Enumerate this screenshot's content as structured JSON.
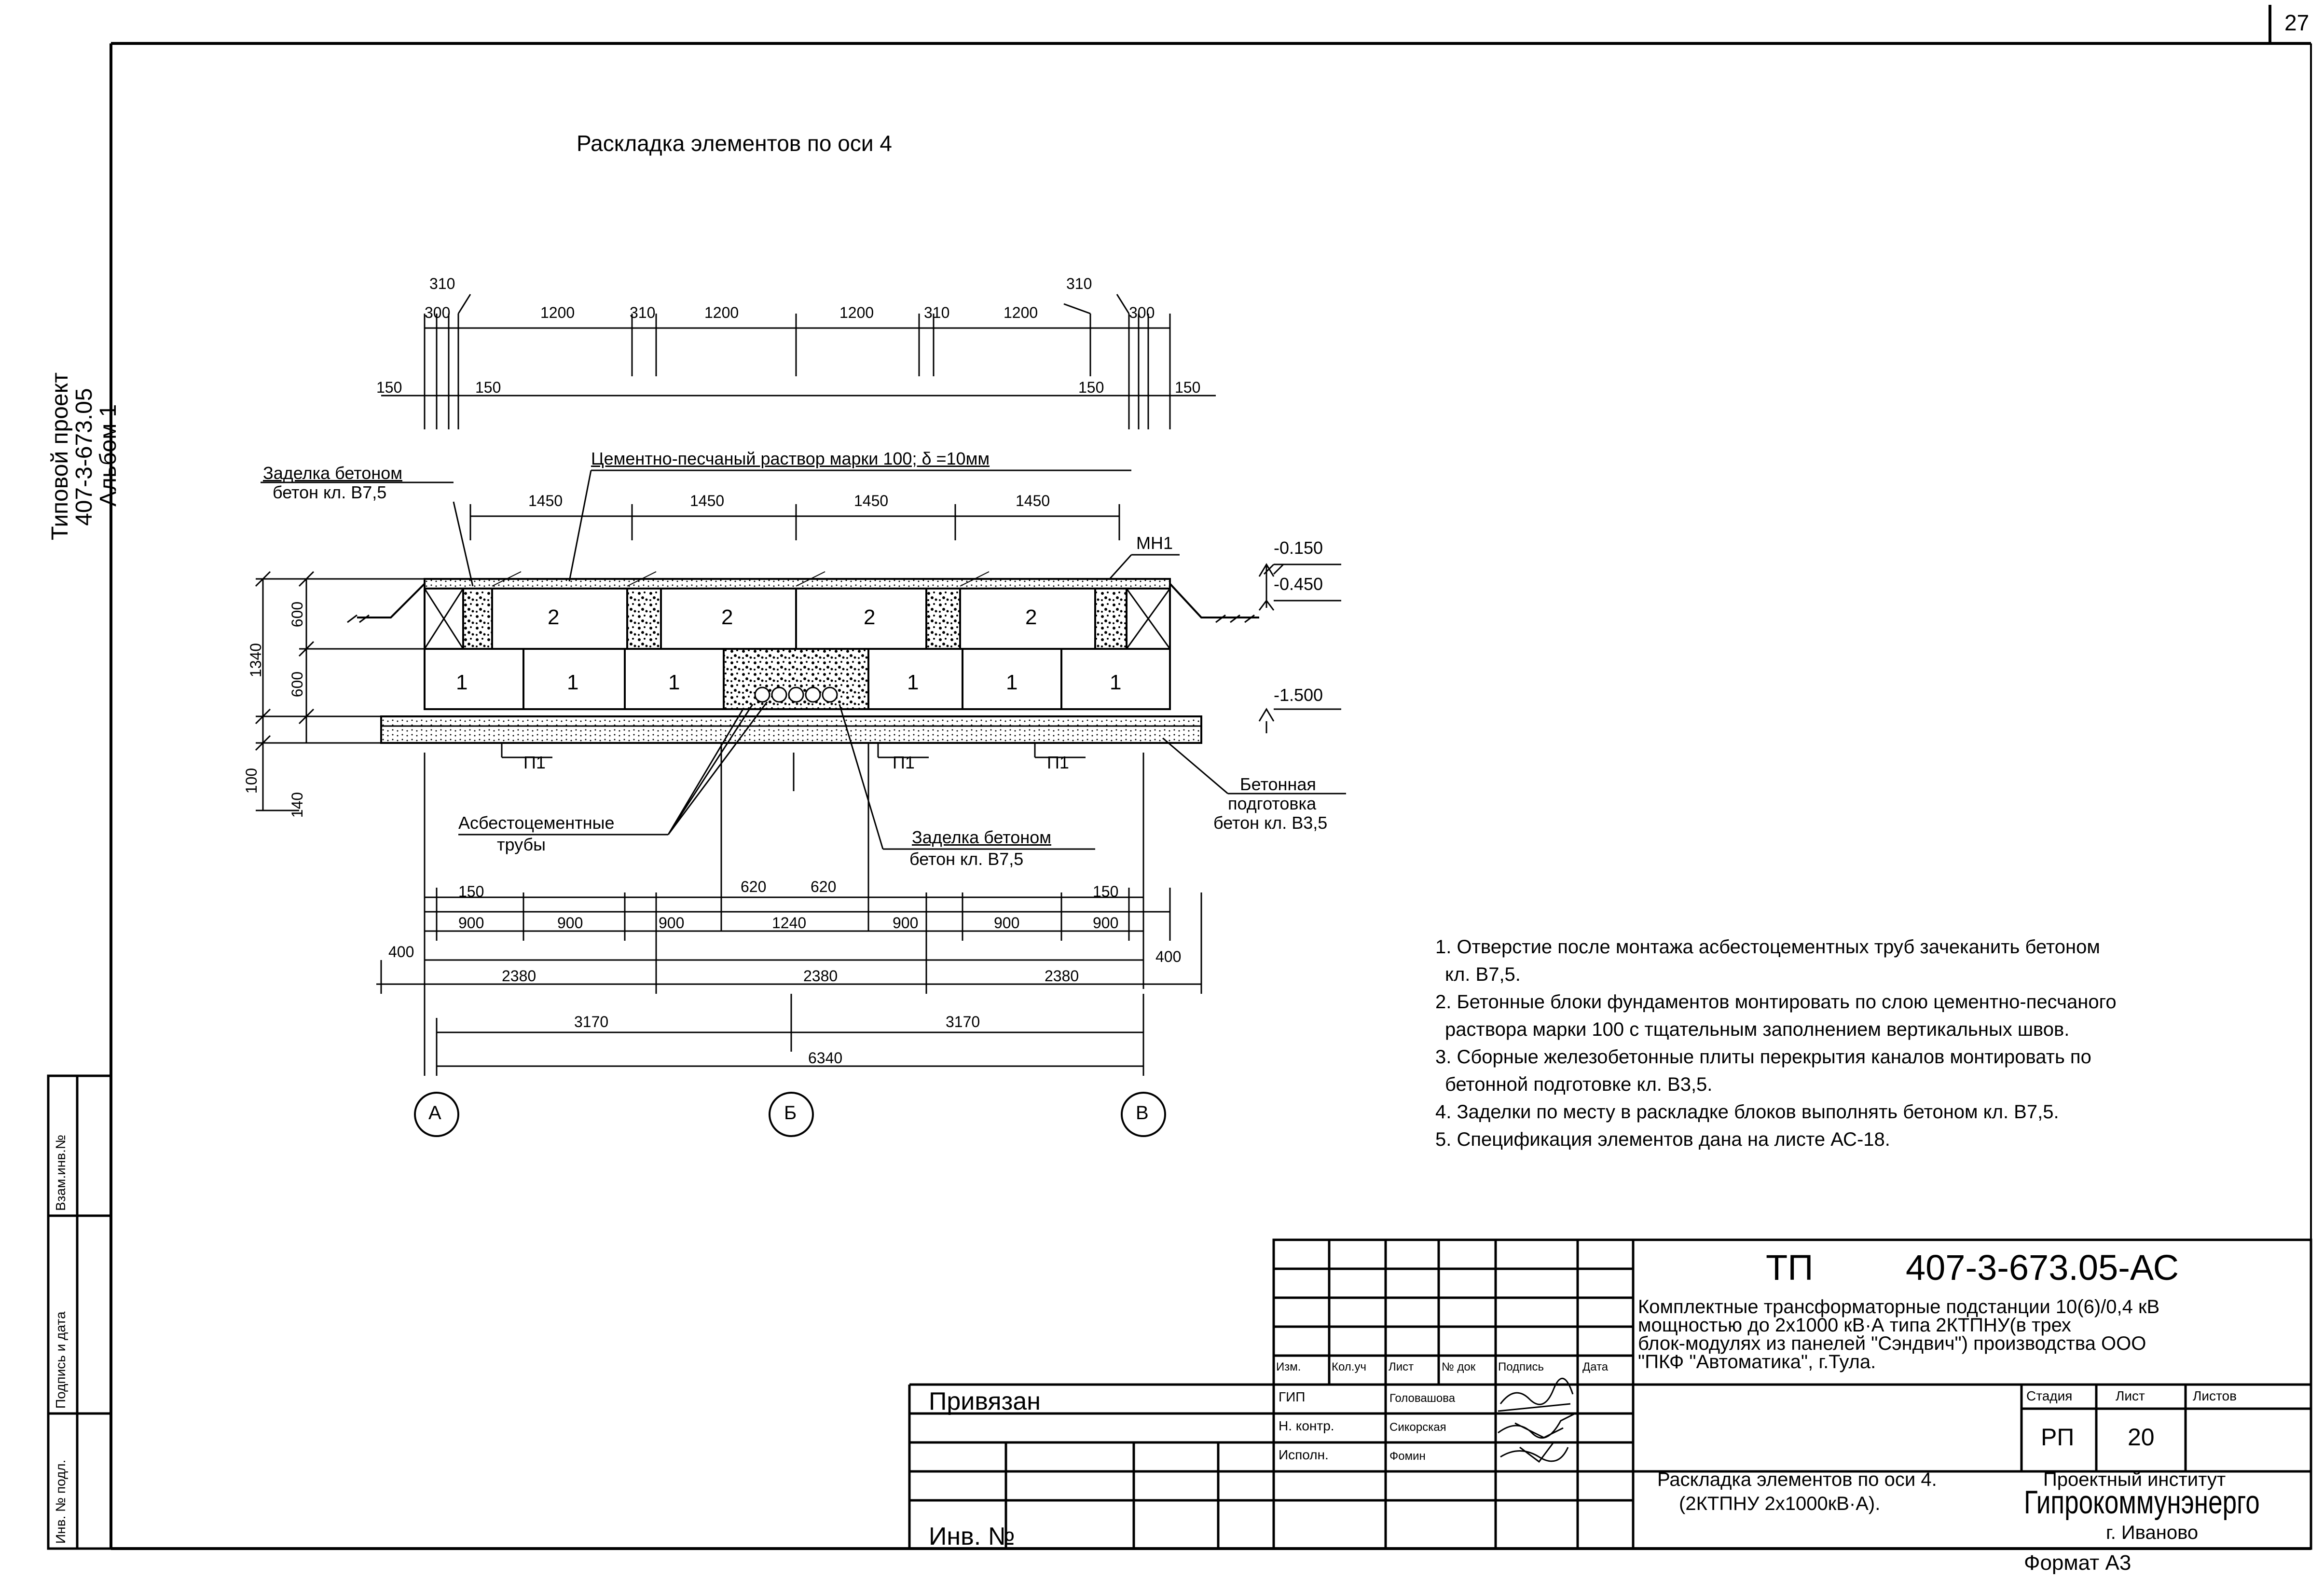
{
  "sheet_number": "27",
  "side_stamp": {
    "line1": "Типовой проект",
    "line2": "407-3-673.05",
    "line3": "Альбом 1"
  },
  "left_stamp": {
    "vzam": "Взам.инв.№",
    "podpis": "Подпись и дата",
    "inv": "Инв. № подл."
  },
  "drawing_title": "Раскладка элементов по оси 4",
  "top_dims": {
    "row1": [
      "310",
      "310"
    ],
    "row2": [
      "300",
      "1200",
      "310",
      "1200",
      "1200",
      "310",
      "1200",
      "300"
    ],
    "row3": [
      "150",
      "150",
      "150",
      "150"
    ]
  },
  "callouts": {
    "zadelka_left": "Заделка бетоном",
    "zadelka_left_sub": "бетон кл. В7,5",
    "mortar": "Цементно-песчаный раствор марки 100; δ =10мм",
    "mn1": "МН1",
    "asbest": "Асбестоцементные",
    "asbest_sub": "трубы",
    "zadelka_mid": "Заделка бетоном",
    "zadelka_mid_sub": "бетон кл. В7,5",
    "podgotovka1": "Бетонная",
    "podgotovka2": "подготовка",
    "podgotovka3": "бетон кл. В3,5"
  },
  "mid_dims": [
    "1450",
    "1450",
    "1450",
    "1450"
  ],
  "levels": [
    "-0.150",
    "-0.450",
    "-1.500"
  ],
  "vert_dims": [
    "600",
    "600",
    "1340",
    "100",
    "140"
  ],
  "blocks_top": [
    "2",
    "2",
    "2",
    "2"
  ],
  "blocks_bottom": [
    "1",
    "1",
    "1",
    "1",
    "1",
    "1"
  ],
  "slabs": [
    "П1",
    "П1",
    "П1"
  ],
  "bottom_dims": {
    "row1": [
      "150",
      "620",
      "620",
      "150"
    ],
    "row2": [
      "900",
      "900",
      "900",
      "1240",
      "900",
      "900",
      "900"
    ],
    "row3": [
      "400",
      "2380",
      "2380",
      "2380",
      "400"
    ],
    "row4": [
      "3170",
      "3170"
    ],
    "row5": [
      "6340"
    ]
  },
  "axes": [
    "А",
    "Б",
    "В"
  ],
  "notes": [
    "1. Отверстие после монтажа асбестоцементных труб зачеканить бетоном",
    "кл. В7,5.",
    "2. Бетонные блоки фундаментов монтировать по слою цементно-песчаного",
    "раствора марки 100 с тщательным заполнением вертикальных швов.",
    "3. Сборные железобетонные плиты перекрытия каналов монтировать по",
    "бетонной подготовке кл. В3,5.",
    "4. Заделки по месту в раскладке блоков выполнять бетоном кл. В7,5.",
    "5. Спецификация элементов дана на листе АС-18."
  ],
  "title_block": {
    "privyazan": "Привязан",
    "inv_no": "Инв. №",
    "col_headers": [
      "Изм.",
      "Кол.уч",
      "Лист",
      "№ док",
      "Подпись",
      "Дата"
    ],
    "roles": [
      "ГИП",
      "Н. контр.",
      "Исполн."
    ],
    "names": [
      "Головашова",
      "Сикорская",
      "Фомин"
    ],
    "tp": "ТП",
    "code": "407-3-673.05-АС",
    "desc": [
      "Комплектные трансформаторные подстанции 10(6)/0,4 кВ",
      "мощностью до 2х1000 кВ·А типа 2КТПНУ(в трех",
      "блок-модулях из панелей \"Сэндвич\") производства ООО",
      "\"ПКФ \"Автоматика\", г.Тула."
    ],
    "stage_h": "Стадия",
    "sheet_h": "Лист",
    "sheets_h": "Листов",
    "stage": "РП",
    "sheet": "20",
    "sheet_name1": "Раскладка элементов по оси 4.",
    "sheet_name2": "(2КТПНУ 2х1000кВ·А).",
    "org1": "Проектный институт",
    "org2": "Гипрокоммунэнерго",
    "org3": "г. Иваново"
  },
  "format": "Формат А3"
}
